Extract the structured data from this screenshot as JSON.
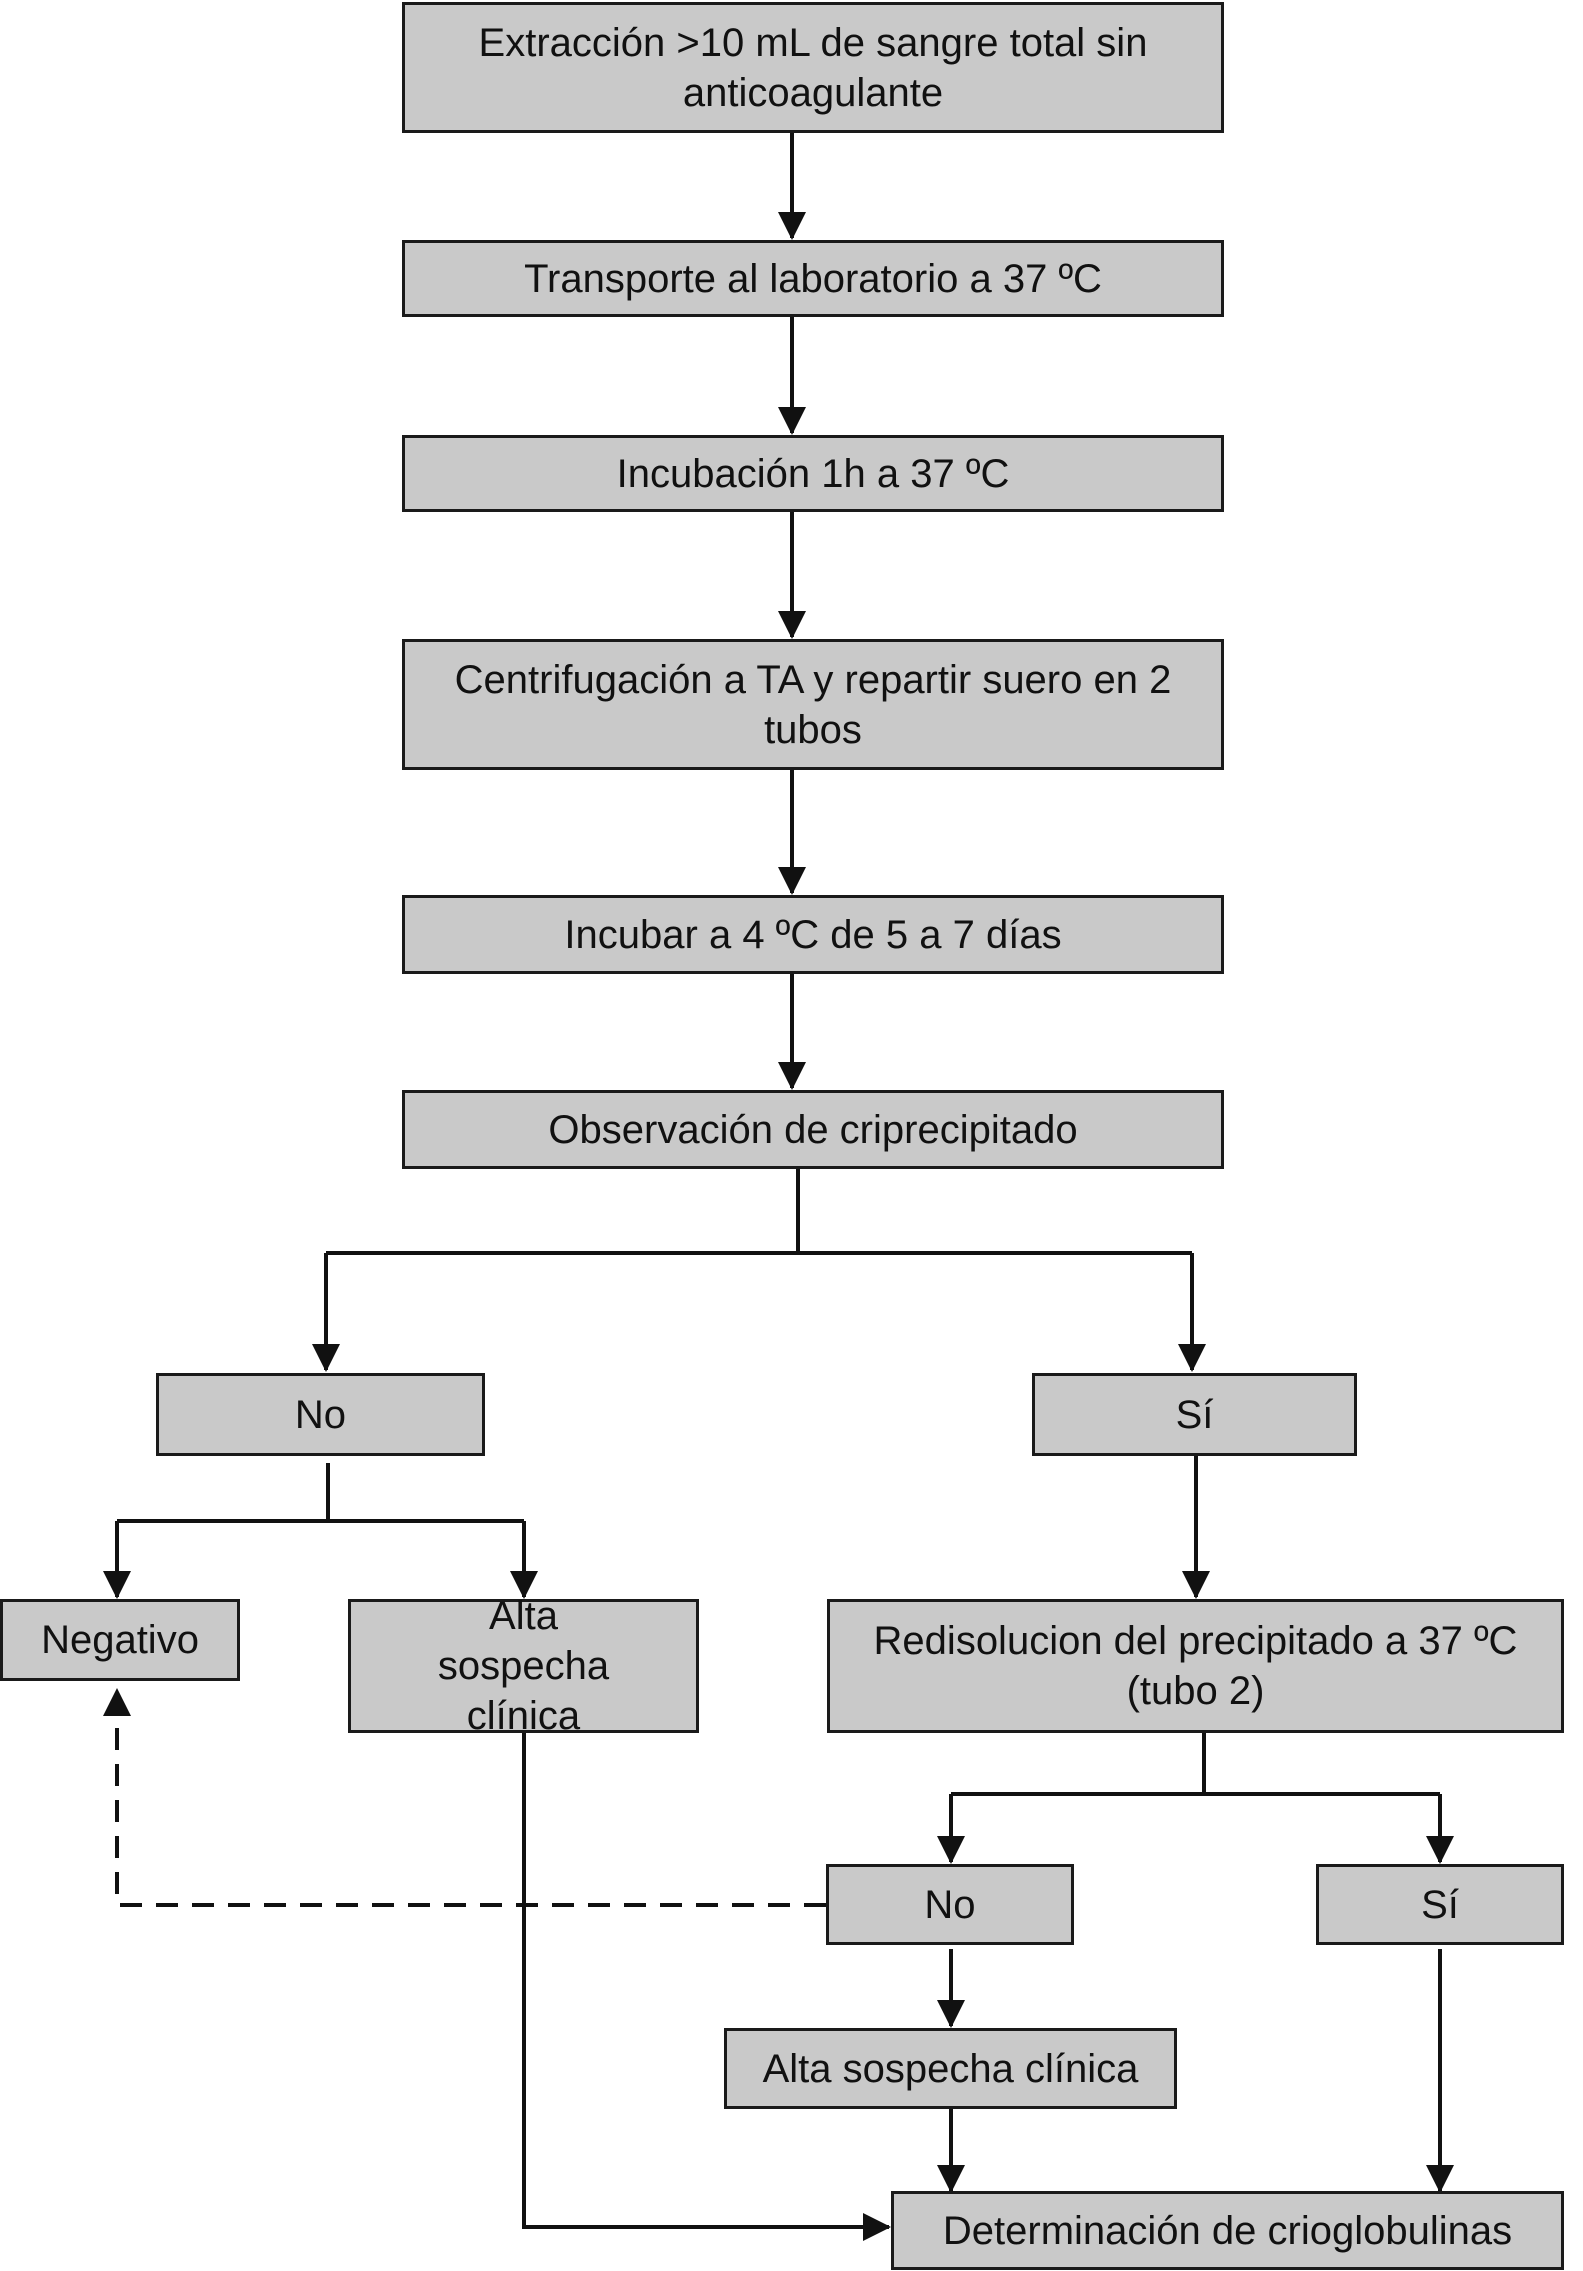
{
  "colors": {
    "box_fill": "#c9c9c9",
    "box_border": "#1a1a1a",
    "line": "#111111"
  },
  "nodes": {
    "extraccion": "Extracción >10 mL de sangre total sin anticoagulante",
    "transporte": "Transporte al laboratorio a 37 ºC",
    "incubacion": "Incubación 1h a 37 ºC",
    "centrifugacion": "Centrifugación a TA y repartir suero en 2 tubos",
    "incubar4": "Incubar a 4 ºC de 5 a 7 días",
    "observacion": "Observación de criprecipitado",
    "no1": "No",
    "si1": "Sí",
    "negativo": "Negativo",
    "alta1": "Alta sospecha clínica",
    "redisolucion": "Redisolucion del precipitado a 37 ºC (tubo 2)",
    "no2": "No",
    "si2": "Sí",
    "alta2": "Alta sospecha clínica",
    "determinacion": "Determinación de crioglobulinas"
  }
}
